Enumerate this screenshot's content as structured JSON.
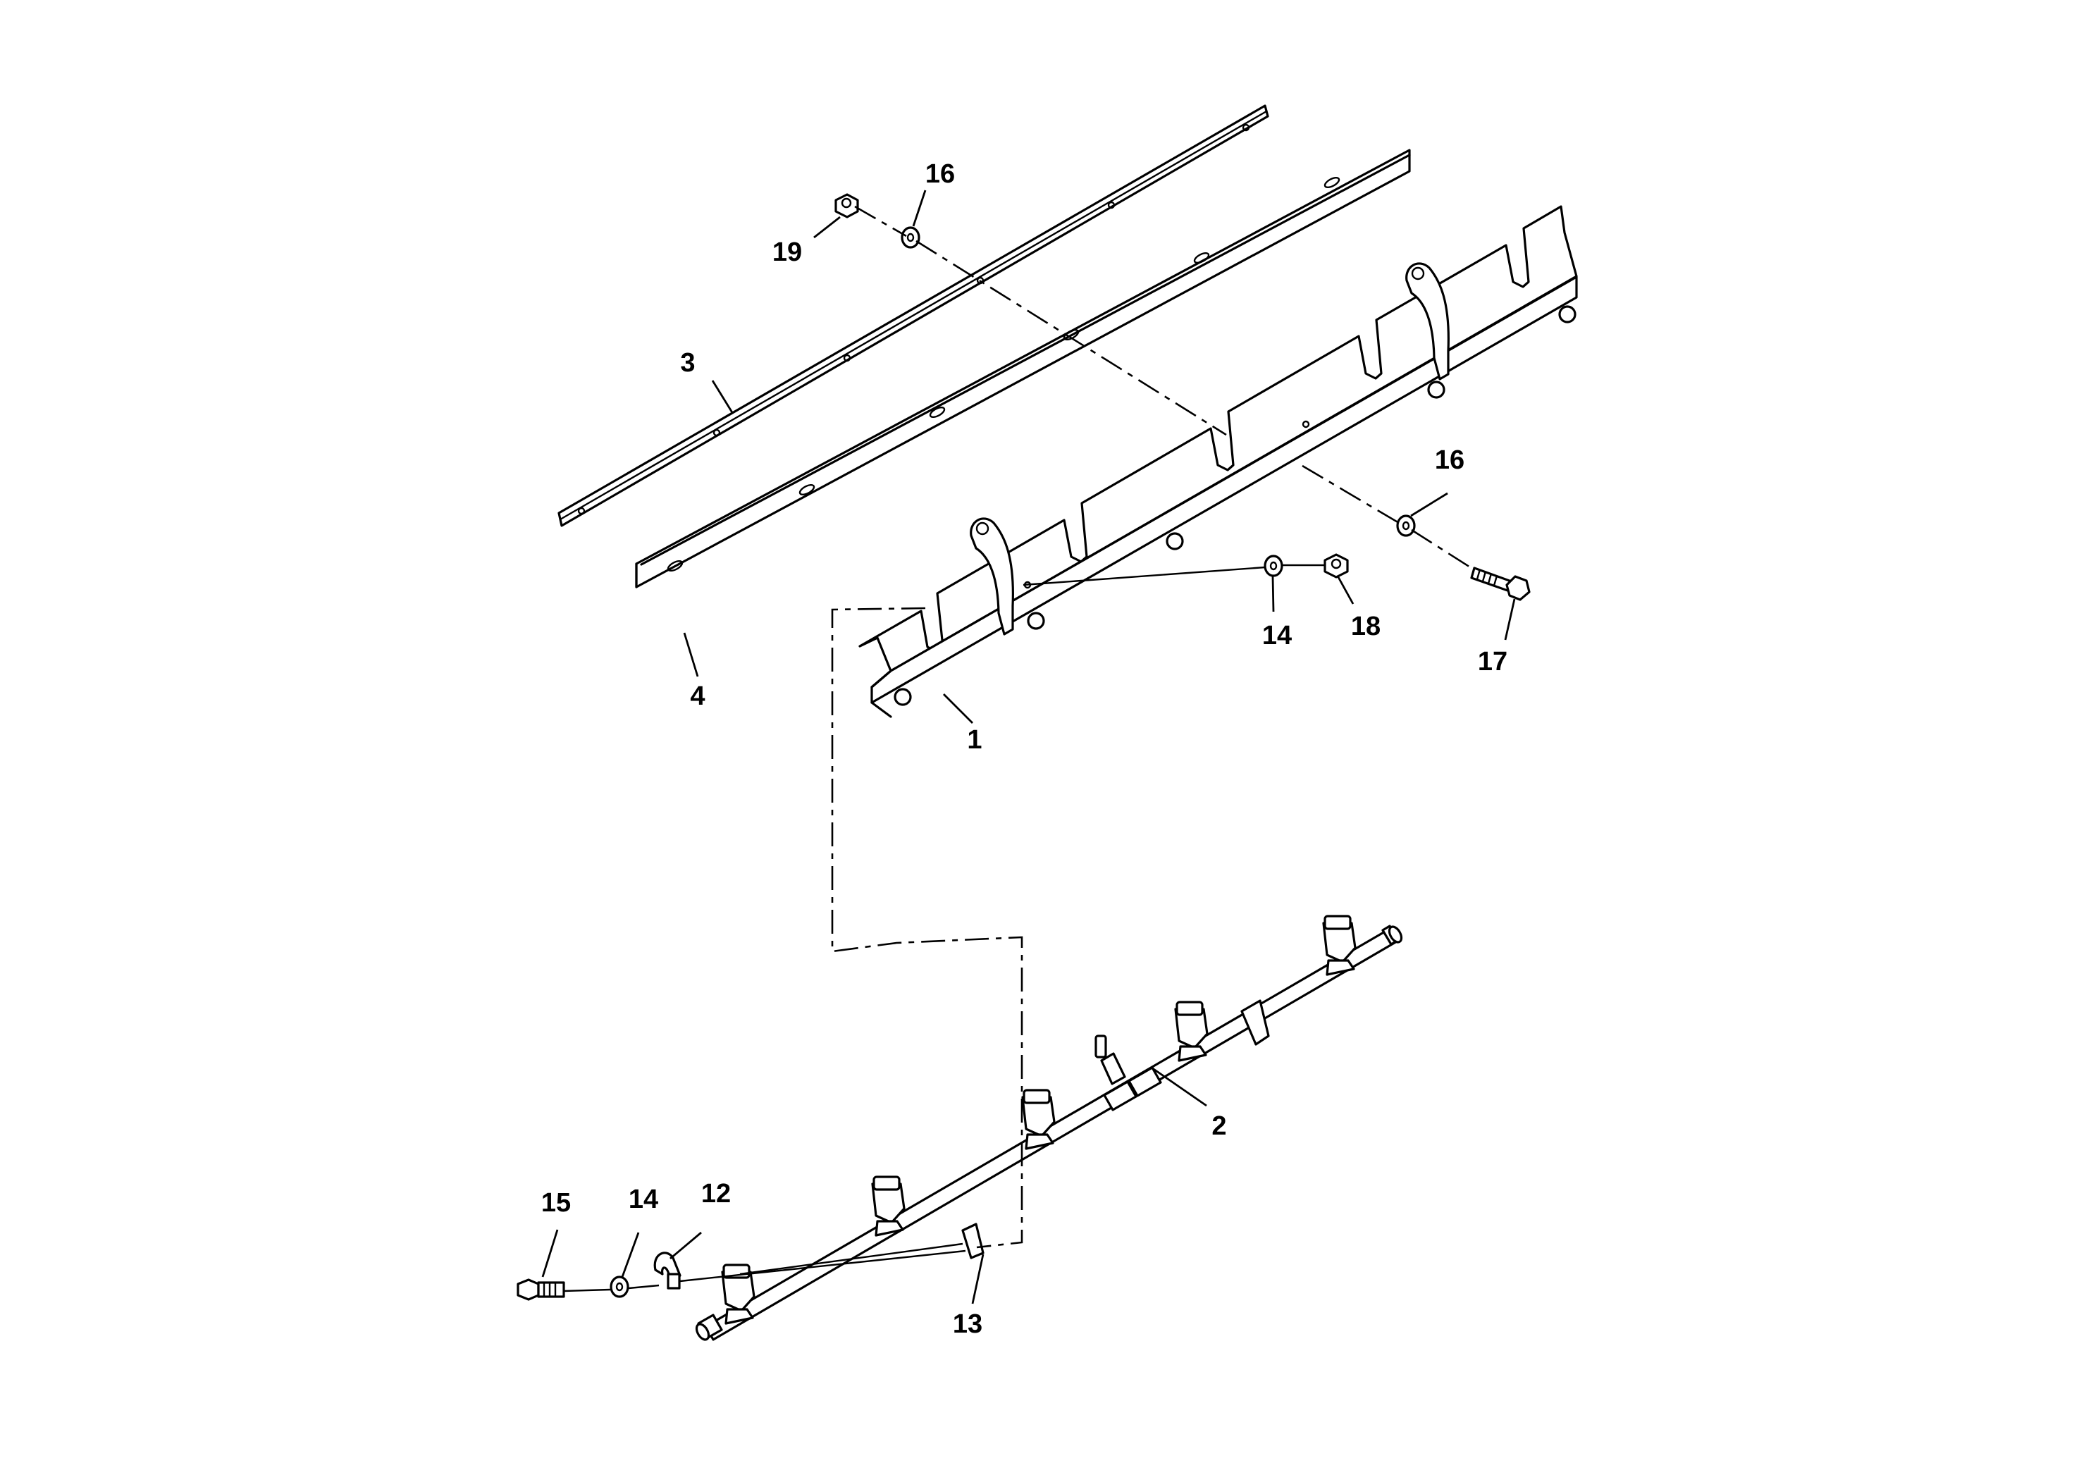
{
  "diagram": {
    "type": "exploded parts diagram",
    "colors": {
      "ink": "#000000",
      "background": "#ffffff"
    },
    "callouts": {
      "c1": "1",
      "c2": "2",
      "c3": "3",
      "c4": "4",
      "c12": "12",
      "c13": "13",
      "c14a": "14",
      "c14b": "14",
      "c15": "15",
      "c16a": "16",
      "c16b": "16",
      "c17": "17",
      "c18": "18",
      "c19": "19"
    }
  }
}
